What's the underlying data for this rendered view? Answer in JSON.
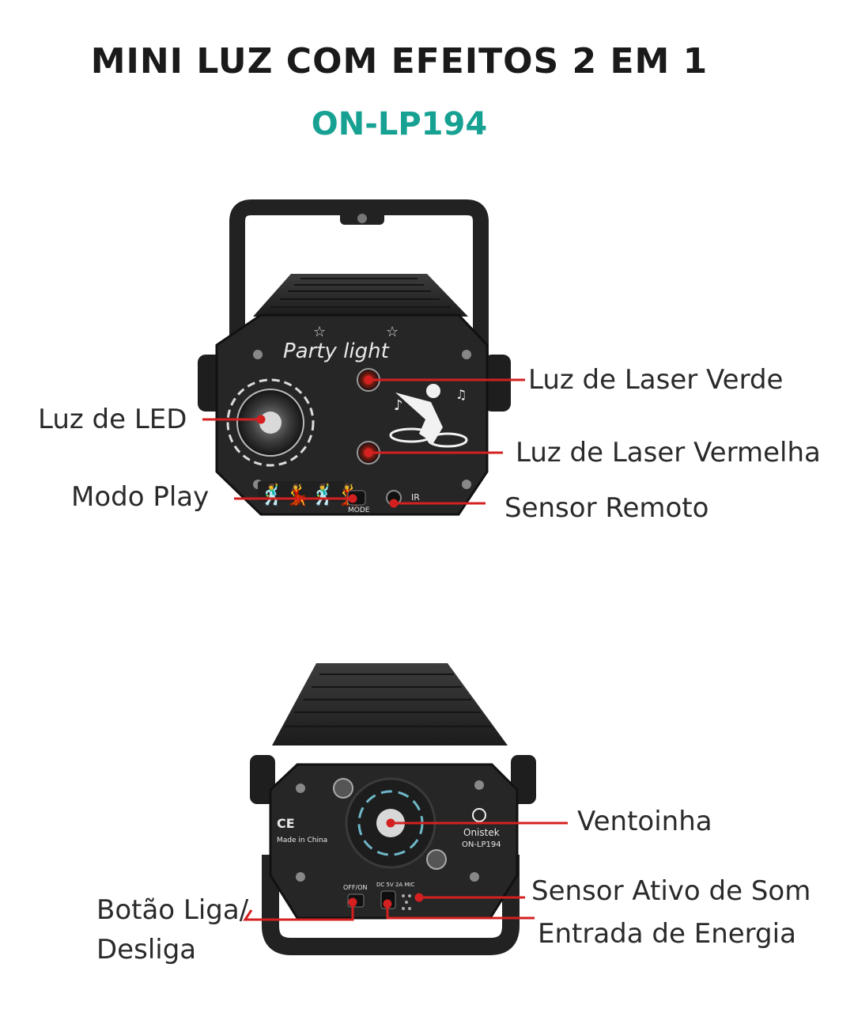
{
  "header": {
    "title": "MINI LUZ COM EFEITOS 2 EM 1",
    "model": "ON-LP194"
  },
  "front_view": {
    "panel_script": "Party light",
    "mode_label": "MODE",
    "ir_label": "IR",
    "callouts": {
      "green_laser": "Luz de Laser Verde",
      "led": "Luz de LED",
      "red_laser": "Luz de Laser Vermelha",
      "play_mode": "Modo Play",
      "remote_sensor": "Sensor Remoto"
    }
  },
  "back_view": {
    "brand": "Onistek",
    "model": "ON-LP194",
    "made_in": "Made in China",
    "cert_marks": "CE",
    "switch_label": "OFF/ON",
    "port_label": "DC 5V 2A  MIC",
    "callouts": {
      "fan": "Ventoinha",
      "sound_sensor": "Sensor Ativo de Som",
      "power_button_line1": "Botão Liga/",
      "power_button_line2": "Desliga",
      "power_input": "Entrada de Energia"
    }
  },
  "colors": {
    "accent": "#17a192",
    "callout_line": "#d42020",
    "device": "#2b2b2b"
  }
}
